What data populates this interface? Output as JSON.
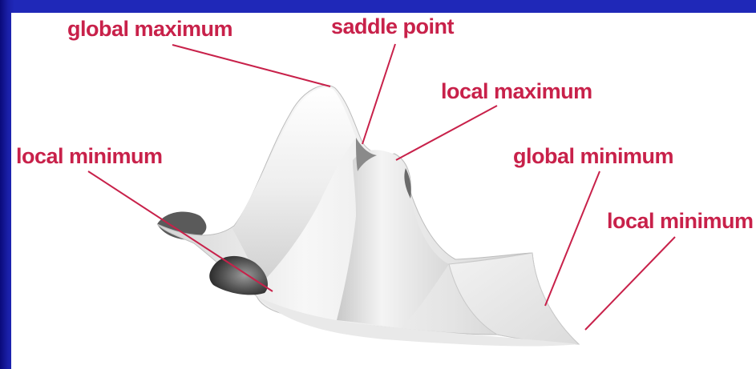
{
  "diagram": {
    "labels": {
      "global_maximum": "global maximum",
      "saddle_point": "saddle point",
      "local_maximum": "local maximum",
      "local_minimum_left": "local minimum",
      "global_minimum": "global minimum",
      "local_minimum_right": "local minimum"
    },
    "colors": {
      "slide_background": "#1f28b8",
      "panel_background": "#ffffff",
      "label_text": "#c8214a",
      "surface_light": "#f6f6f6",
      "surface_shadow": "#b8b8b8",
      "surface_dark": "#4a4a4a"
    }
  }
}
